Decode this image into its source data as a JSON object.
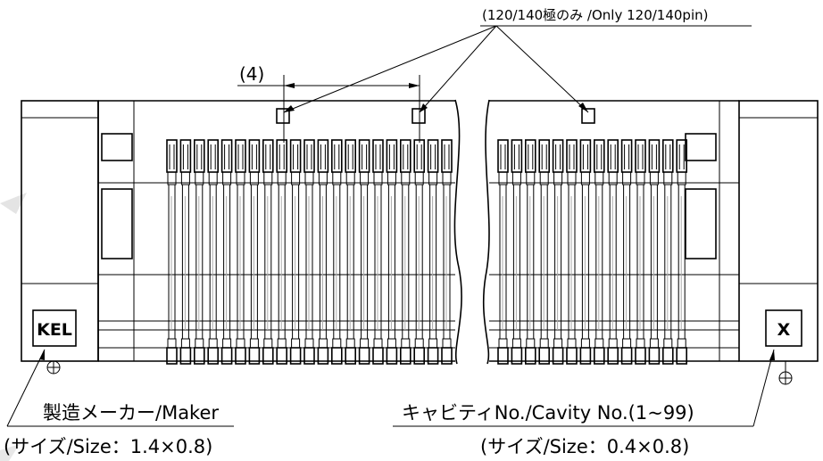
{
  "annotations": {
    "pin_note": "(120/140極のみ /Only 120/140pin)",
    "pitch_dim": "(4)",
    "maker_label": "製造メーカー/Maker",
    "maker_size": "(サイズ/Size：1.4×0.8)",
    "cavity_label": "キャビティNo./Cavity No.(1~99)",
    "cavity_size": "(サイズ/Size：0.4×0.8)"
  },
  "markings": {
    "maker_code": "KEL",
    "cavity_code": "X"
  },
  "colors": {
    "ink": "#000000",
    "background": "#ffffff",
    "watermark": "#cccccc"
  }
}
